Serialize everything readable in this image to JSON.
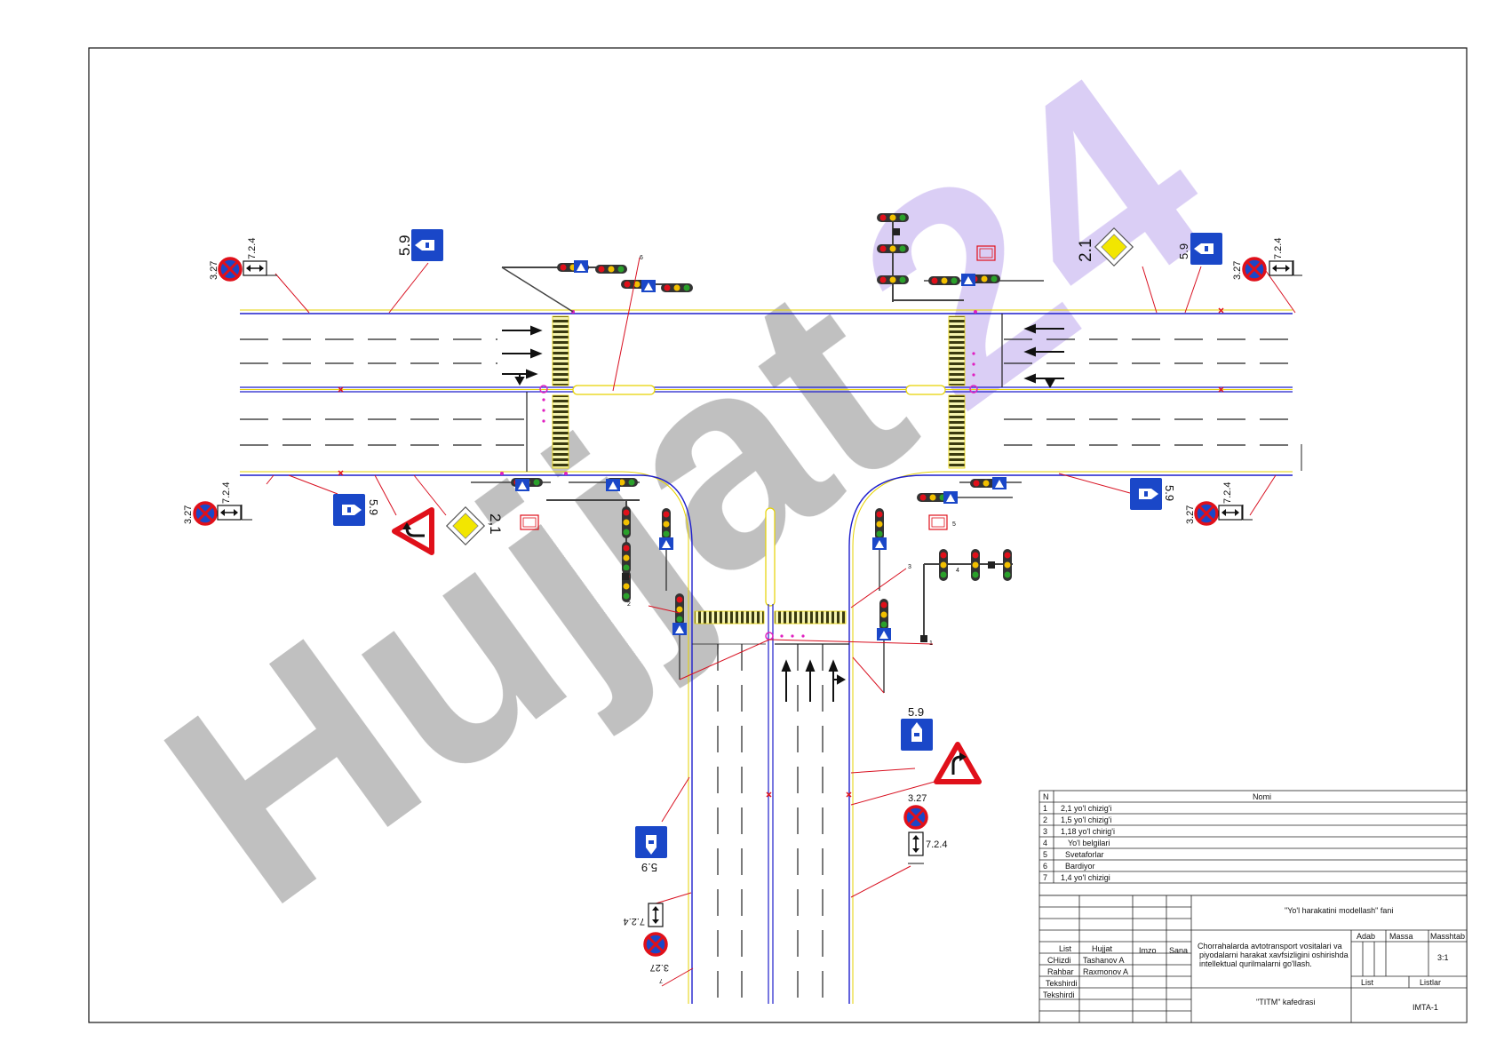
{
  "watermark": {
    "text": "Hujjat",
    "text2": "24"
  },
  "signs": {
    "s327": "3.27",
    "s724": "7.2.4",
    "s59": "5.9",
    "s21": "2.1",
    "s21c": "2,1"
  },
  "callouts": {
    "c1": "1",
    "c2": "2",
    "c3": "3",
    "c4": "4",
    "c5": "5",
    "c6": "6",
    "c7": "7"
  },
  "legend": {
    "header_n": "N",
    "header_name": "Nomi",
    "rows": [
      {
        "n": "1",
        "name": "2,1 yo'l chizig'i"
      },
      {
        "n": "2",
        "name": "1,5 yo'l chizig'i"
      },
      {
        "n": "3",
        "name": "1,18 yo'l chirig'i"
      },
      {
        "n": "4",
        "name": "Yo'l belgilari"
      },
      {
        "n": "5",
        "name": "Svetaforlar"
      },
      {
        "n": "6",
        "name": "Bardiyor"
      },
      {
        "n": "7",
        "name": "1,4 yo'l chizigi"
      }
    ]
  },
  "title_block": {
    "subject": "\"Yo'l harakatini modellash\"  fani",
    "col_list": "List",
    "col_hujjat": "Hujjat",
    "col_imzo": "Imzo",
    "col_sana": "Sana",
    "role_chizdi": "CHizdi",
    "name_chizdi": "Tashanov A",
    "role_rahbar": "Rahbar",
    "name_rahbar": "Raxmonov A",
    "role_tek1": "Tekshirdi",
    "role_tek2": "Tekshirdi",
    "desc_line1": "Chorrahalarda avtotransport vositalari va",
    "desc_line2": "piyodalarni harakat xavfsizligini oshirishda",
    "desc_line3": "intellektual qurilmalarni go'llash.",
    "adab": "Adab",
    "massa": "Massa",
    "masshtab": "Masshtab",
    "scale": "3:1",
    "list2": "List",
    "listlar": "Listlar",
    "dept": "\"TITM\" kafedrasi",
    "code": "IMTA-1"
  },
  "colors": {
    "road_edge": "#1f1fcc",
    "kerb": "#e6d200",
    "sign_blue": "#1a47c8",
    "sign_red": "#e0101a",
    "leader": "#d81020",
    "watermark": "#bdbdbd",
    "watermark2": "#d9ccf5",
    "zebra": "#3a3a10",
    "magenta": "#e020c0"
  }
}
